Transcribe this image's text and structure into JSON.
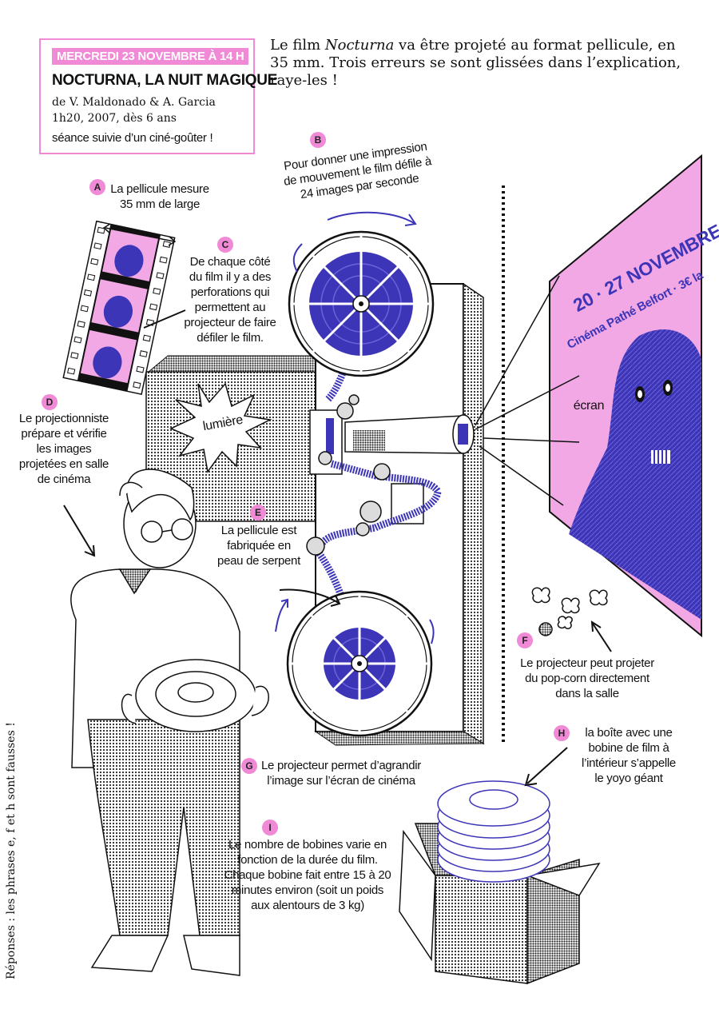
{
  "event": {
    "date": "MERCREDI 23 NOVEMBRE À 14 H",
    "title": "NOCTURNA, LA NUIT MAGIQUE",
    "credit_line1": "de V. Maldonado & A. Garcia",
    "credit_line2": "1h20, 2007, dès 6 ans",
    "note": "séance suivie d’un ciné-goûter !"
  },
  "intro": {
    "part1": "Le film ",
    "film_name": "Nocturna",
    "part2": " va être projeté au format pellicule, en 35 mm. Trois erreurs se sont glissées dans l’explication, raye-les !"
  },
  "statements": [
    {
      "letter": "A",
      "text_lines": [
        "La pellicule mesure",
        "35 mm de large"
      ]
    },
    {
      "letter": "B",
      "text_lines": [
        "Pour donner une impression",
        "de mouvement le film défile à",
        "24 images par seconde"
      ]
    },
    {
      "letter": "C",
      "text_lines": [
        "De chaque côté",
        "du film il y a des",
        "perforations qui",
        "permettent au",
        "projecteur de faire",
        "défiler le film."
      ]
    },
    {
      "letter": "D",
      "text_lines": [
        "Le projectionniste",
        "prépare et vérifie",
        "les images",
        "projetées en salle",
        "de cinéma"
      ]
    },
    {
      "letter": "E",
      "text_lines": [
        "La pellicule est",
        "fabriquée en",
        "peau de serpent"
      ]
    },
    {
      "letter": "F",
      "text_lines": [
        "Le projecteur peut projeter",
        "du pop-corn directement",
        "dans la salle"
      ]
    },
    {
      "letter": "G",
      "text_lines": [
        "Le projecteur permet d’agrandir",
        "l’image sur l’écran de cinéma"
      ]
    },
    {
      "letter": "H",
      "text_lines": [
        "la boîte avec une",
        "bobine de film à",
        "l’intérieur s’appelle",
        "le yoyo géant"
      ]
    },
    {
      "letter": "I",
      "text_lines": [
        "Le nombre de bobines varie en",
        "fonction de la durée du film.",
        "Chaque bobine fait entre 15 à 20",
        "minutes environ (soit un poids",
        "aux alentours de 3 kg)"
      ]
    }
  ],
  "labels": {
    "light": "lumière",
    "screen": "écran"
  },
  "screen_poster": {
    "line1": "20 · 27 NOVEMBRE",
    "line2": "Cinéma Pathé Belfort · 3€ la"
  },
  "answers": "Réponses : les phrases e, f et h sont fausses !",
  "colors": {
    "pink": "#f08ad6",
    "blue": "#3d35b8",
    "poster_pink": "#f2a8e4"
  }
}
